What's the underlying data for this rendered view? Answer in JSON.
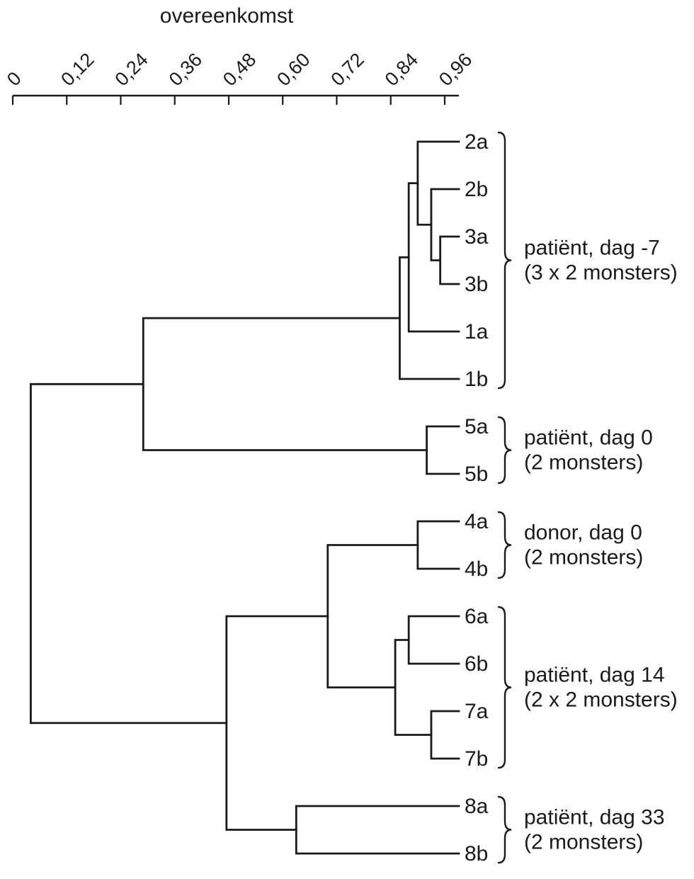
{
  "figure": {
    "background": "#ffffff",
    "line_color": "#1a1a1a"
  },
  "chart_data": {
    "type": "dendrogram",
    "orientation": "horizontal",
    "axis": {
      "title": "overeenkomst",
      "tick_labels": [
        "0",
        "0,12",
        "0,24",
        "0,36",
        "0,48",
        "0,60",
        "0,72",
        "0,84",
        "0,96"
      ],
      "tick_values": [
        0,
        0.12,
        0.24,
        0.36,
        0.48,
        0.6,
        0.72,
        0.84,
        0.96
      ],
      "range": [
        0,
        0.96
      ],
      "decimal_separator": ","
    },
    "leaves": [
      "2a",
      "2b",
      "3a",
      "3b",
      "1a",
      "1b",
      "5a",
      "5b",
      "4a",
      "4b",
      "6a",
      "6b",
      "7a",
      "7b",
      "8a",
      "8b"
    ],
    "merges": [
      {
        "id": "m1",
        "children": [
          "3a",
          "3b"
        ],
        "similarity": 0.95
      },
      {
        "id": "m2",
        "children": [
          "2b",
          "m1"
        ],
        "similarity": 0.93
      },
      {
        "id": "m3",
        "children": [
          "2a",
          "m2"
        ],
        "similarity": 0.9
      },
      {
        "id": "m4",
        "children": [
          "m3",
          "1a"
        ],
        "similarity": 0.88
      },
      {
        "id": "m5",
        "children": [
          "m4",
          "1b"
        ],
        "similarity": 0.86
      },
      {
        "id": "m6",
        "children": [
          "5a",
          "5b"
        ],
        "similarity": 0.92
      },
      {
        "id": "m7",
        "children": [
          "m5",
          "m6"
        ],
        "similarity": 0.29
      },
      {
        "id": "m8",
        "children": [
          "4a",
          "4b"
        ],
        "similarity": 0.9
      },
      {
        "id": "m9",
        "children": [
          "6a",
          "6b"
        ],
        "similarity": 0.88
      },
      {
        "id": "m10",
        "children": [
          "7a",
          "7b"
        ],
        "similarity": 0.93
      },
      {
        "id": "m11",
        "children": [
          "m9",
          "m10"
        ],
        "similarity": 0.85
      },
      {
        "id": "m12",
        "children": [
          "m8",
          "m11"
        ],
        "similarity": 0.7
      },
      {
        "id": "m13",
        "children": [
          "8a",
          "8b"
        ],
        "similarity": 0.63
      },
      {
        "id": "m14",
        "children": [
          "m12",
          "m13"
        ],
        "similarity": 0.475
      },
      {
        "id": "m15",
        "children": [
          "m7",
          "m14"
        ],
        "similarity": 0.04
      }
    ],
    "groups": [
      {
        "label": "patiënt, dag -7",
        "sublabel": "(3 x 2 monsters)",
        "first_leaf": "2a",
        "last_leaf": "1b"
      },
      {
        "label": "patiënt, dag 0",
        "sublabel": "(2 monsters)",
        "first_leaf": "5a",
        "last_leaf": "5b"
      },
      {
        "label": "donor, dag 0",
        "sublabel": "(2 monsters)",
        "first_leaf": "4a",
        "last_leaf": "4b"
      },
      {
        "label": "patiënt, dag 14",
        "sublabel": "(2 x 2 monsters)",
        "first_leaf": "6a",
        "last_leaf": "7b"
      },
      {
        "label": "patiënt, dag 33",
        "sublabel": "(2 monsters)",
        "first_leaf": "8a",
        "last_leaf": "8b"
      }
    ]
  }
}
